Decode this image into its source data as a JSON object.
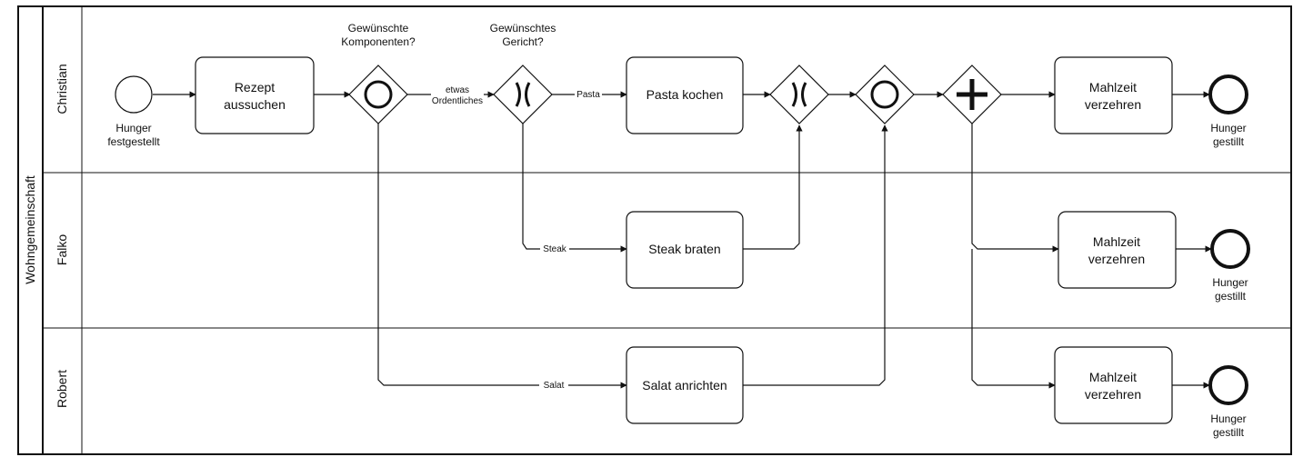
{
  "pool": {
    "label": "Wohngemeinschaft"
  },
  "lanes": [
    {
      "id": "christian",
      "label": "Christian"
    },
    {
      "id": "falko",
      "label": "Falko"
    },
    {
      "id": "robert",
      "label": "Robert"
    }
  ],
  "events": {
    "start": [
      "Hunger",
      "festgestellt"
    ],
    "end1": [
      "Hunger",
      "gestillt"
    ],
    "end2": [
      "Hunger",
      "gestillt"
    ],
    "end3": [
      "Hunger",
      "gestillt"
    ]
  },
  "tasks": {
    "rezept": [
      "Rezept",
      "aussuchen"
    ],
    "pasta": [
      "Pasta kochen"
    ],
    "steak": [
      "Steak braten"
    ],
    "salat": [
      "Salat anrichten"
    ],
    "mahlzeit1": [
      "Mahlzeit",
      "verzehren"
    ],
    "mahlzeit2": [
      "Mahlzeit",
      "verzehren"
    ],
    "mahlzeit3": [
      "Mahlzeit",
      "verzehren"
    ]
  },
  "gateways": {
    "g1": {
      "label": [
        "Gewünschte",
        "Komponenten?"
      ]
    },
    "g2": {
      "label": [
        "Gewünschtes",
        "Gericht?"
      ]
    }
  },
  "flows": {
    "etwas": [
      "etwas",
      "Ordentliches"
    ],
    "pasta": "Pasta",
    "steak": "Steak",
    "salat": "Salat"
  }
}
